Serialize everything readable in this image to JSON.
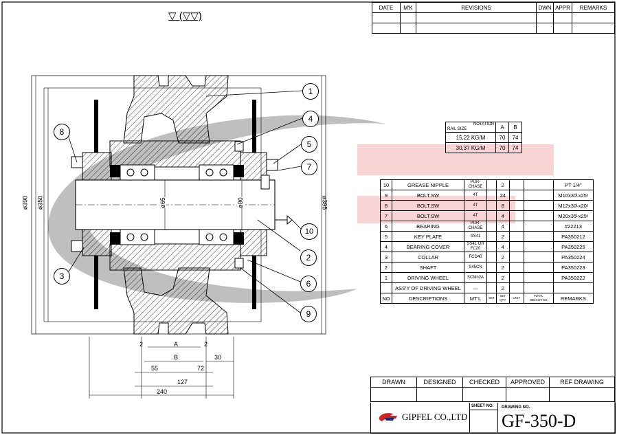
{
  "revisions": {
    "headers": [
      "DATE",
      "M'K",
      "REVISIONS",
      "DWN",
      "APPR",
      "REMARKS"
    ]
  },
  "surface_symbol": "▽ (▽▽)",
  "rail": {
    "header_notation": "NOTATION",
    "header_rail_size": "RAIL SIZE",
    "cols": [
      "A",
      "B"
    ],
    "rows": [
      {
        "size": "15,22 KG/M",
        "a": "70",
        "b": "74"
      },
      {
        "size": "30,37 KG/M",
        "a": "70",
        "b": "74"
      }
    ]
  },
  "parts": {
    "rows": [
      {
        "no": "10",
        "desc": "GREASE NIPPLE",
        "mat": "PUR-CHASE",
        "qty": "2",
        "remarks": "PT 1/4\""
      },
      {
        "no": "9",
        "desc": "BOLT.SW",
        "mat": "4T",
        "qty": "24",
        "remarks": "M10x30ᴸx25ˢ"
      },
      {
        "no": "8",
        "desc": "BOLT.SW",
        "mat": "4T",
        "qty": "8",
        "remarks": "M12x30ᴸx20ˢ"
      },
      {
        "no": "7",
        "desc": "BOLT.SW",
        "mat": "4T",
        "qty": "4",
        "remarks": "M20x35ᴸx25ˢ"
      },
      {
        "no": "6",
        "desc": "BEARING",
        "mat": "PUR-CHASE",
        "qty": "4",
        "remarks": "#22213"
      },
      {
        "no": "5",
        "desc": "KEY PLATE",
        "mat": "SS41",
        "qty": "2",
        "remarks": "PA350212"
      },
      {
        "no": "4",
        "desc": "BEARING COVER",
        "mat": "SS41 OR FC20",
        "qty": "4",
        "remarks": "PA350225"
      },
      {
        "no": "3",
        "desc": "COLLAR",
        "mat": "FCD40",
        "qty": "2",
        "remarks": "PA350224"
      },
      {
        "no": "2",
        "desc": "SHAFT",
        "mat": "S45CN",
        "qty": "2",
        "remarks": "PA350223"
      },
      {
        "no": "1",
        "desc": "DRIVING WHEEL",
        "mat": "SCMn2A",
        "qty": "2",
        "remarks": "PA350222"
      }
    ],
    "assy": {
      "desc": "ASS'Y OF DRIVING WHEEL",
      "mat": "—",
      "set": "2"
    },
    "header": {
      "no": "NO",
      "desc": "DESCRIPTIONS",
      "mat": "MT'L",
      "set1": "SET",
      "set2": "SET",
      "unit": "UNIT",
      "total": "TOTAL",
      "qty": "QTY",
      "weight": "WEIGHT KG",
      "remarks": "REMARKS"
    }
  },
  "title_block": {
    "headers": [
      "DRAWN",
      "DESIGNED",
      "CHECKED",
      "APPROVED",
      "REF DRAWING"
    ],
    "sheet_no_label": "SHEET NO.",
    "drawing_no_label": "DRAWING NO.",
    "company": "GIPFEL CO.,LTD",
    "drawing_no": "GF-350-D"
  },
  "dimensions": {
    "d390": "ø390",
    "d350": "ø350",
    "d395": "ø395",
    "d65": "ø65",
    "d80": "ø80",
    "a": "A",
    "b": "B",
    "two_left": "2",
    "two_right": "2",
    "d30": "30",
    "d55": "55",
    "d72": "72",
    "d127": "127",
    "d240": "240"
  },
  "balloons": [
    "1",
    "2",
    "3",
    "4",
    "5",
    "6",
    "7",
    "8",
    "9",
    "10"
  ],
  "colors": {
    "watermark_gray": "#8a8a8a",
    "watermark_red": "#e83a3a"
  }
}
